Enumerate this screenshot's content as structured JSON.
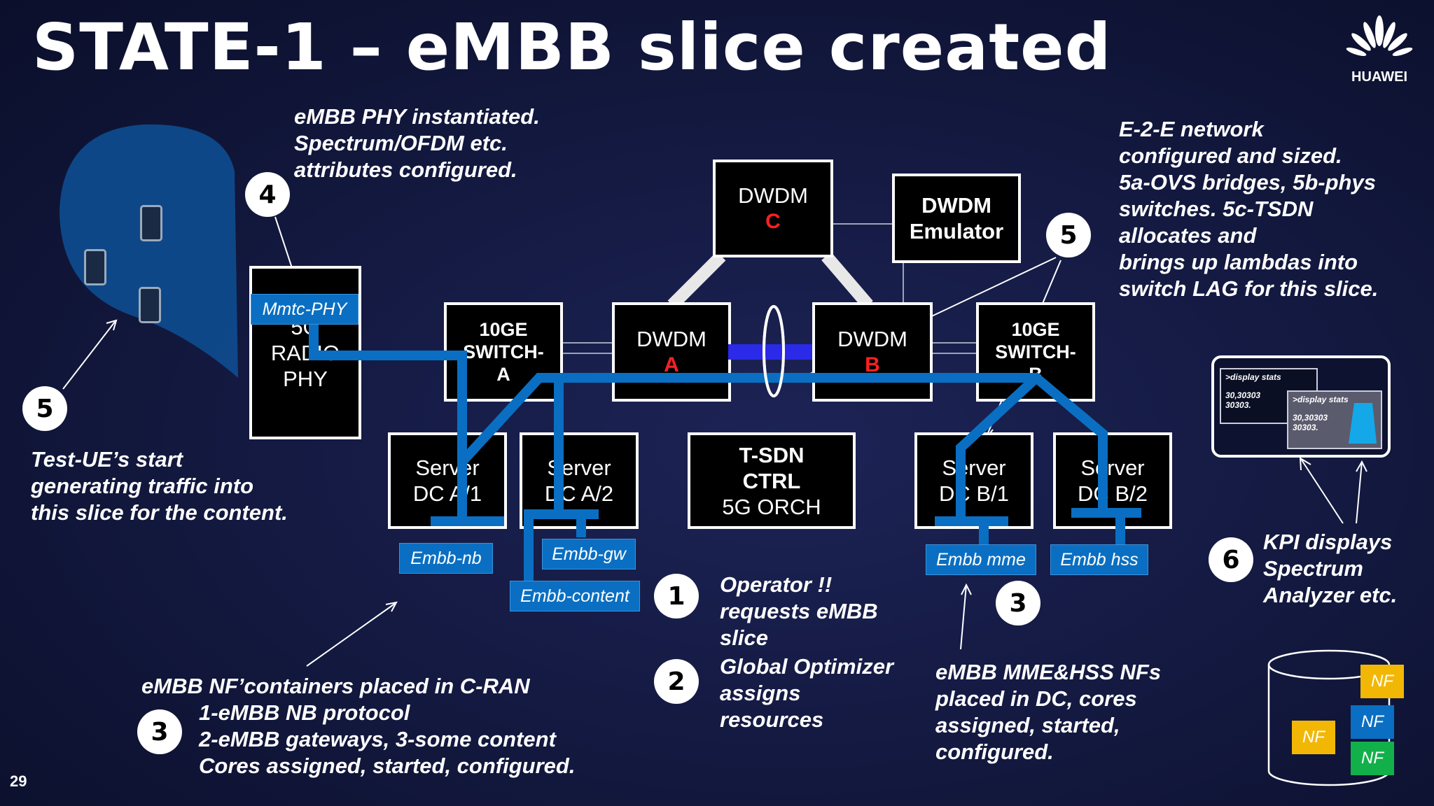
{
  "title": "STATE-1 – eMBB slice created",
  "logo": {
    "text": "HUAWEI",
    "icon": "huawei-petal-icon"
  },
  "page_number": "29",
  "notes": {
    "phy": "eMBB PHY instantiated.\nSpectrum/OFDM etc.\nattributes configured.",
    "network": "E-2-E network\nconfigured and sized.\n5a-OVS bridges, 5b-phys\nswitches.  5c-TSDN\nallocates and\nbrings up lambdas into\nswitch LAG for this slice.",
    "test_ue": "Test-UE’s start\ngenerating traffic into\nthis slice for the content.",
    "operator": "Operator  !!\nrequests eMBB\nslice",
    "optimizer": "Global Optimizer\nassigns\nresources",
    "cran_head": "eMBB NF’containers placed in C-RAN",
    "cran_body": "1-eMBB NB protocol\n2-eMBB gateways, 3-some content\nCores assigned, started, configured.",
    "dc": "eMBB MME&HSS NFs\nplaced in DC, cores\nassigned, started,\nconfigured.",
    "kpi": "KPI displays\nSpectrum\nAnalyzer etc."
  },
  "boxes": {
    "radio_phy": "5G\nRADIO\nPHY",
    "switch_a": "10GE\nSWITCH-\nA",
    "dwdm_a": "DWDM",
    "dwdm_a_letter": "A",
    "dwdm_c": "DWDM",
    "dwdm_c_letter": "C",
    "dwdm_emulator": "DWDM\nEmulator",
    "dwdm_b": "DWDM",
    "dwdm_b_letter": "B",
    "switch_b": "10GE\nSWITCH-\nB",
    "server_a1": "Server\nDC A/1",
    "server_a2": "Server\nDC A/2",
    "tsdn": "T-SDN\nCTRL",
    "tsdn_sub": "5G ORCH",
    "server_b1": "Server\nDC B/1",
    "server_b2": "Server\nDC B/2"
  },
  "labels": {
    "mmtc_phy": "Mmtc-PHY",
    "embb_nb": "Embb-nb",
    "embb_gw": "Embb-gw",
    "embb_content": "Embb-content",
    "embb_mme": "Embb mme",
    "embb_hss": "Embb hss"
  },
  "numbers": {
    "n4": "4",
    "n5_left": "5",
    "n5_right": "5",
    "n1": "1",
    "n2": "2",
    "n3_left": "3",
    "n3_right": "3",
    "n6": "6"
  },
  "kpi_window": {
    "cmd": ">display stats",
    "values": "30,30303\n30303."
  },
  "nf_stack": [
    "NF",
    "NF",
    "NF",
    "NF"
  ],
  "colors": {
    "slice_path": "#0a6fc2",
    "lambda": "#2a2ae8",
    "nf_yellow": "#f2b705",
    "nf_blue": "#0a6fc2",
    "nf_green": "#12b04a",
    "letter_red": "#ff2020"
  }
}
